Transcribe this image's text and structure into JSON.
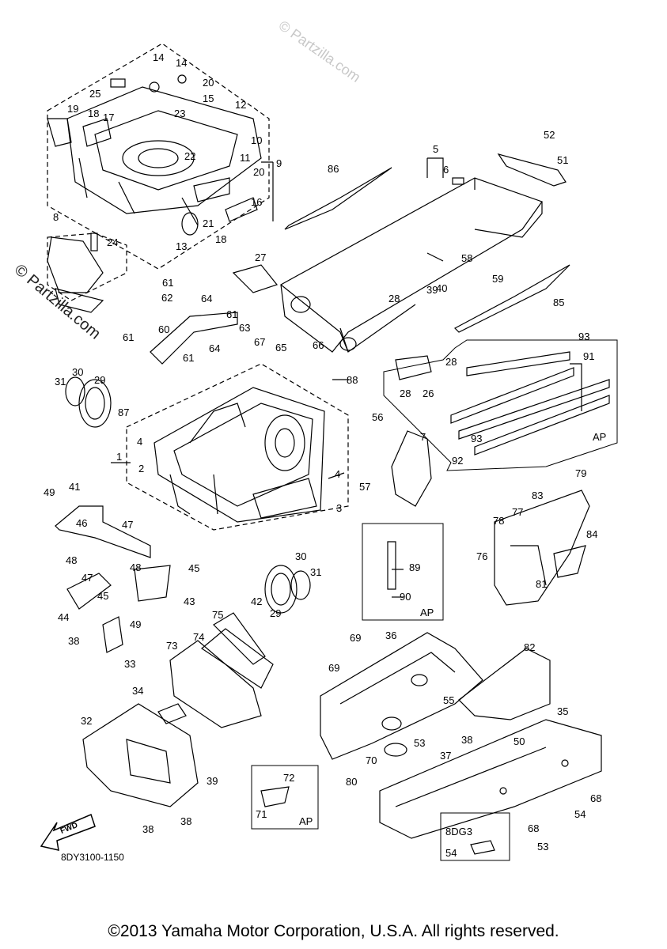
{
  "watermark": "© Partzilla.com",
  "side_watermark": "© Partzilla.com",
  "part_code": "8DY3100-1150",
  "fwd_label": "FWD",
  "copyright": "©2013 Yamaha Motor Corporation, U.S.A. All rights reserved.",
  "ap_labels": [
    "AP",
    "AP",
    "AP"
  ],
  "variant_label": "8DG3",
  "callouts": [
    "1",
    "2",
    "3",
    "4",
    "4",
    "5",
    "6",
    "7",
    "8",
    "9",
    "10",
    "11",
    "12",
    "13",
    "14",
    "14",
    "15",
    "16",
    "17",
    "18",
    "18",
    "19",
    "20",
    "20",
    "21",
    "22",
    "23",
    "24",
    "25",
    "26",
    "27",
    "28",
    "28",
    "28",
    "29",
    "29",
    "30",
    "30",
    "31",
    "31",
    "32",
    "33",
    "34",
    "35",
    "36",
    "37",
    "38",
    "38",
    "38",
    "38",
    "39",
    "39",
    "40",
    "41",
    "42",
    "43",
    "44",
    "45",
    "45",
    "46",
    "47",
    "47",
    "48",
    "48",
    "49",
    "49",
    "50",
    "51",
    "52",
    "53",
    "53",
    "54",
    "54",
    "55",
    "56",
    "57",
    "58",
    "59",
    "60",
    "61",
    "61",
    "61",
    "61",
    "62",
    "63",
    "64",
    "64",
    "65",
    "66",
    "67",
    "68",
    "68",
    "69",
    "69",
    "70",
    "71",
    "72",
    "73",
    "74",
    "75",
    "76",
    "77",
    "78",
    "79",
    "80",
    "81",
    "82",
    "83",
    "84",
    "85",
    "86",
    "87",
    "88",
    "89",
    "90",
    "91",
    "92",
    "93",
    "93"
  ]
}
